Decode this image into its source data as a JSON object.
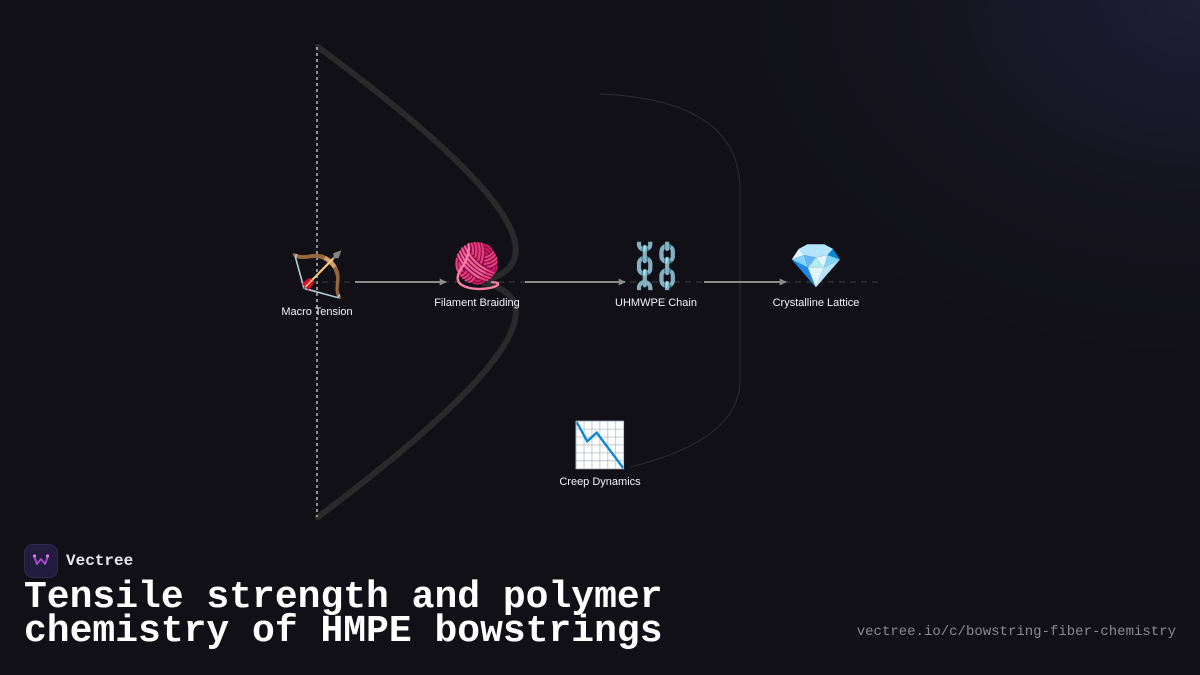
{
  "diagram": {
    "nodes": [
      {
        "id": "macro-tension",
        "icon": "bow-and-arrow-icon",
        "emoji": "🏹",
        "label": "Macro Tension"
      },
      {
        "id": "filament-braiding",
        "icon": "yarn-ball-icon",
        "emoji": "🧶",
        "label": "Filament Braiding"
      },
      {
        "id": "uhmwpe-chain",
        "icon": "chain-icon",
        "emoji": "⛓️",
        "label": "UHMWPE Chain"
      },
      {
        "id": "crystalline-lattice",
        "icon": "gem-icon",
        "emoji": "💎",
        "label": "Crystalline Lattice"
      },
      {
        "id": "creep-dynamics",
        "icon": "chart-decreasing-icon",
        "emoji": "📉",
        "label": "Creep Dynamics"
      }
    ],
    "edges": [
      {
        "from": "macro-tension",
        "to": "filament-braiding"
      },
      {
        "from": "filament-braiding",
        "to": "uhmwpe-chain"
      },
      {
        "from": "uhmwpe-chain",
        "to": "crystalline-lattice"
      }
    ]
  },
  "brand": {
    "name": "Vectree",
    "logo_icon": "vectree-logo-icon",
    "logo_color": "#221c3e",
    "accent": "#b04ad8"
  },
  "title": "Tensile strength and polymer chemistry of HMPE bowstrings",
  "url": "vectree.io/c/bowstring-fiber-chemistry",
  "colors": {
    "background": "#111016",
    "edge": "#8c8c8c",
    "bow_silhouette": "#2a2a2c"
  }
}
